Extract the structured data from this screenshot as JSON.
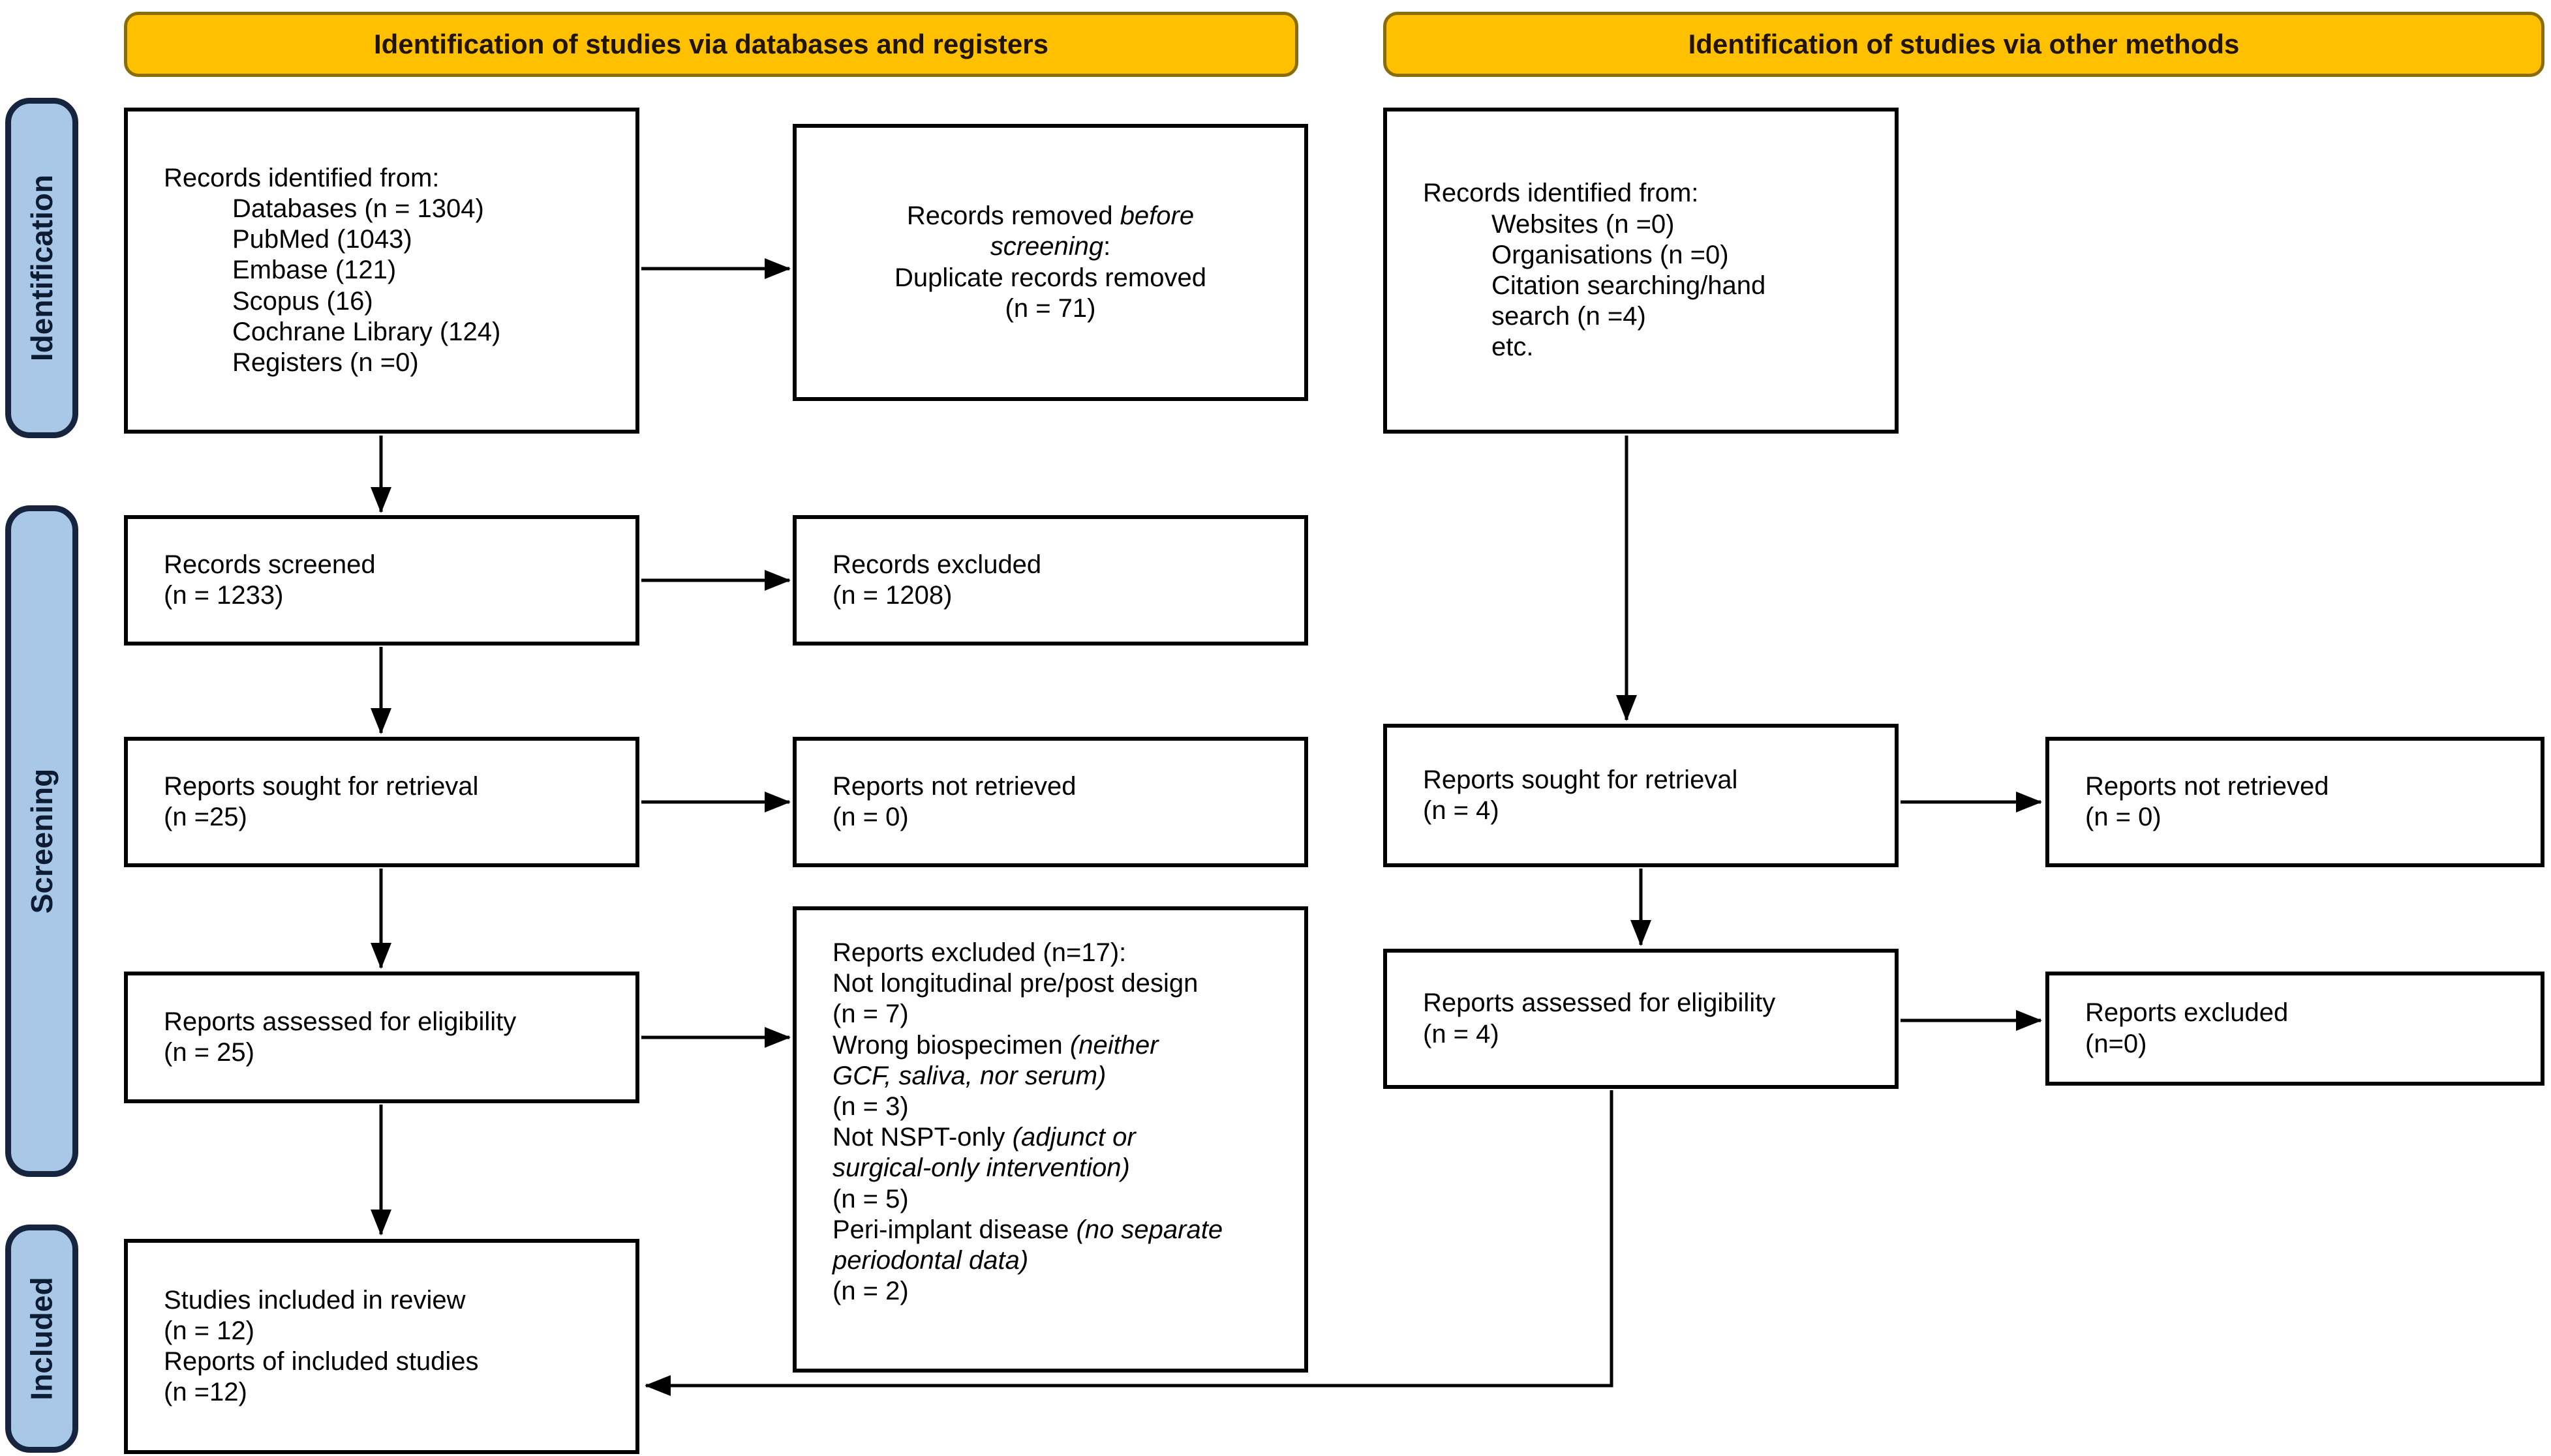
{
  "banners": {
    "databases": "Identification of studies via databases and registers",
    "other_methods": "Identification of studies via other methods"
  },
  "stages": {
    "identification": "Identification",
    "screening": "Screening",
    "included": "Included"
  },
  "colors": {
    "banner_fill": "#FFC000",
    "banner_border": "#8A6D08",
    "stage_fill": "#A9C8E8",
    "stage_border": "#16243F",
    "box_border": "#000000",
    "arrow": "#000000"
  },
  "boxes": {
    "db_identified": {
      "title": "Records identified from:",
      "items": [
        "Databases (n = 1304)",
        "PubMed (1043)",
        "Embase (121)",
        "Scopus (16)",
        "Cochrane Library (124)",
        "Registers (n =0)"
      ]
    },
    "removed_before": {
      "line1_a": "Records removed ",
      "line1_b": "before",
      "line2_a": "screening",
      "line2_b": ":",
      "line3": "Duplicate records removed",
      "line4": "(n = 71)"
    },
    "other_identified": {
      "title": "Records identified from:",
      "items": [
        "Websites (n =0)",
        "Organisations (n =0)",
        "Citation searching/hand",
        "search (n =4)",
        "etc."
      ]
    },
    "screened": {
      "lines": [
        "Records screened",
        "(n = 1233)"
      ]
    },
    "records_excluded": {
      "lines": [
        "Records excluded",
        "(n = 1208)"
      ]
    },
    "sought_left": {
      "lines": [
        "Reports sought for retrieval",
        "(n =25)"
      ]
    },
    "not_retrieved_left": {
      "lines": [
        "Reports not retrieved",
        "(n = 0)"
      ]
    },
    "sought_right": {
      "lines": [
        "Reports sought for retrieval",
        "(n = 4)"
      ]
    },
    "not_retrieved_right": {
      "lines": [
        "Reports not retrieved",
        "(n = 0)"
      ]
    },
    "assessed_left": {
      "lines": [
        "Reports assessed for eligibility",
        "(n = 25)"
      ]
    },
    "assessed_right": {
      "lines": [
        "Reports assessed for eligibility",
        "(n = 4)"
      ]
    },
    "excluded_right": {
      "lines": [
        "Reports excluded",
        "(n=0)"
      ]
    },
    "reasons": {
      "title": "Reports excluded (n=17):",
      "r1": "Not longitudinal pre/post design",
      "r1n": "(n = 7)",
      "r2a": "Wrong biospecimen ",
      "r2b": "(neither",
      "r2c": "GCF, saliva, nor serum)",
      "r2n": "(n = 3)",
      "r3a": "Not NSPT-only ",
      "r3b": "(adjunct or",
      "r3c": "surgical-only intervention)",
      "r3n": "(n = 5)",
      "r4a": "Peri-implant disease ",
      "r4b": "(no separate",
      "r4c": "periodontal data)",
      "r4n": "(n = 2)"
    },
    "included": {
      "lines": [
        "Studies included in review",
        "(n = 12)",
        "Reports of included studies",
        "(n =12)"
      ]
    }
  }
}
